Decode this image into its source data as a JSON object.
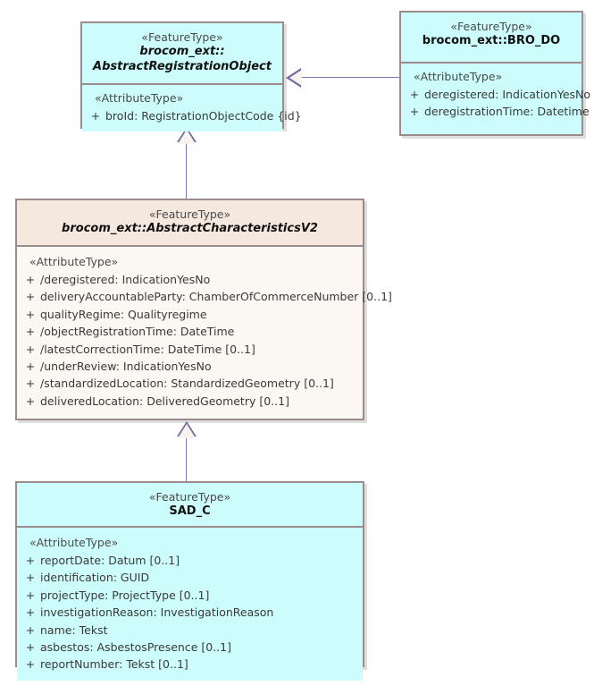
{
  "diagram": {
    "type": "uml-class-diagram",
    "title": "",
    "background_color": "#ffffff",
    "palette": {
      "feature_type_fill": "#ccfcfc",
      "abstract_fill": "#fbf7f2",
      "abstract_header_fill": "#f5e8de",
      "border": "#9b8c8c",
      "connector": "#7676a8"
    },
    "classes": [
      {
        "id": "abstract-registration-object",
        "stereotype": "«FeatureType»",
        "name_line1": "brocom_ext::",
        "name_line2": "AbstractRegistrationObject",
        "abstract": true,
        "fill": "cyan",
        "attribute_stereotype": "«AttributeType»",
        "attributes": [
          {
            "visibility": "+",
            "signature": "broId: RegistrationObjectCode {id}"
          }
        ]
      },
      {
        "id": "bro-do",
        "stereotype": "«FeatureType»",
        "name_line1": "brocom_ext::BRO_DO",
        "name_line2": "",
        "abstract": false,
        "fill": "cyan",
        "attribute_stereotype": "«AttributeType»",
        "attributes": [
          {
            "visibility": "+",
            "signature": "deregistered: IndicationYesNo"
          },
          {
            "visibility": "+",
            "signature": "deregistrationTime: Datetime"
          }
        ]
      },
      {
        "id": "abstract-characteristics-v2",
        "stereotype": "«FeatureType»",
        "name_line1": "brocom_ext::AbstractCharacteristicsV2",
        "name_line2": "",
        "abstract": true,
        "fill": "cream",
        "attribute_stereotype": "«AttributeType»",
        "attributes": [
          {
            "visibility": "+",
            "signature": "/deregistered: IndicationYesNo"
          },
          {
            "visibility": "+",
            "signature": "deliveryAccountableParty: ChamberOfCommerceNumber [0..1]"
          },
          {
            "visibility": "+",
            "signature": "qualityRegime: Qualityregime"
          },
          {
            "visibility": "+",
            "signature": "/objectRegistrationTime: DateTime"
          },
          {
            "visibility": "+",
            "signature": "/latestCorrectionTime: DateTime [0..1]"
          },
          {
            "visibility": "+",
            "signature": "/underReview: IndicationYesNo"
          },
          {
            "visibility": "+",
            "signature": "/standardizedLocation: StandardizedGeometry [0..1]"
          },
          {
            "visibility": "+",
            "signature": "deliveredLocation: DeliveredGeometry [0..1]"
          }
        ]
      },
      {
        "id": "sad-c",
        "stereotype": "«FeatureType»",
        "name_line1": "SAD_C",
        "name_line2": "",
        "abstract": false,
        "fill": "cyan",
        "attribute_stereotype": "«AttributeType»",
        "attributes": [
          {
            "visibility": "+",
            "signature": "reportDate: Datum [0..1]"
          },
          {
            "visibility": "+",
            "signature": "identification: GUID"
          },
          {
            "visibility": "+",
            "signature": "projectType: ProjectType [0..1]"
          },
          {
            "visibility": "+",
            "signature": "investigationReason: InvestigationReason"
          },
          {
            "visibility": "+",
            "signature": "name: Tekst"
          },
          {
            "visibility": "+",
            "signature": "asbestos: AsbestosPresence [0..1]"
          },
          {
            "visibility": "+",
            "signature": "reportNumber: Tekst [0..1]"
          }
        ]
      }
    ],
    "relationships": [
      {
        "id": "gen-brodo-to-aro",
        "type": "generalization",
        "source": "bro-do",
        "target": "abstract-registration-object",
        "direction": "left"
      },
      {
        "id": "gen-characteristics-to-aro",
        "type": "generalization",
        "source": "abstract-characteristics-v2",
        "target": "abstract-registration-object",
        "direction": "up"
      },
      {
        "id": "gen-sadc-to-characteristics",
        "type": "generalization",
        "source": "sad-c",
        "target": "abstract-characteristics-v2",
        "direction": "up"
      }
    ]
  }
}
